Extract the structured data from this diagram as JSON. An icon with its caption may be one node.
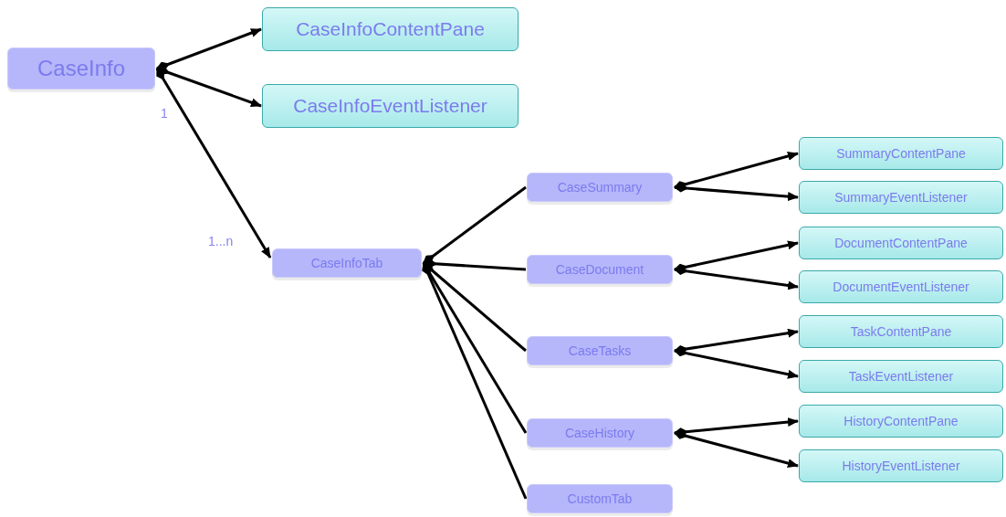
{
  "diagram": {
    "nodes": [
      {
        "text": [
          "CaseInfo"
        ]
      },
      {
        "text": [
          "CaseInfoContentPane"
        ]
      },
      {
        "text": [
          "CaseInfoEventListener"
        ]
      },
      {
        "text": [
          "CaseInfoTab"
        ]
      },
      {
        "text": [
          "CaseSummary"
        ]
      },
      {
        "text": [
          "CaseDocument"
        ]
      },
      {
        "text": [
          "CaseTasks"
        ]
      },
      {
        "text": [
          "CaseHistory"
        ]
      },
      {
        "text": [
          "CustomTab"
        ]
      },
      {
        "text": [
          "SummaryContentPane"
        ]
      },
      {
        "text": [
          "SummaryEventListener"
        ]
      },
      {
        "text": [
          "DocumentContentPane"
        ]
      },
      {
        "text": [
          "DocumentEventListener"
        ]
      },
      {
        "text": [
          "TaskContentPane"
        ]
      },
      {
        "text": [
          "TaskEventListener"
        ]
      },
      {
        "text": [
          "HistoryContentPane"
        ]
      },
      {
        "text": [
          "HistoryEventListener"
        ]
      }
    ],
    "edges": [
      {
        "from": 0,
        "to": 1,
        "arrow": "to"
      },
      {
        "from": 0,
        "to": 2,
        "arrow": "to"
      },
      {
        "from": 0,
        "to": 3,
        "arrow": "to"
      },
      {
        "from": 3,
        "to": 4,
        "arrow": "other"
      },
      {
        "from": 3,
        "to": 5,
        "arrow": "other"
      },
      {
        "from": 3,
        "to": 6,
        "arrow": "other"
      },
      {
        "from": 3,
        "to": 7,
        "arrow": "other"
      },
      {
        "from": 3,
        "to": 8,
        "arrow": "other"
      },
      {
        "from": 4,
        "to": 9,
        "arrow": "to"
      },
      {
        "from": 4,
        "to": 10,
        "arrow": "to"
      },
      {
        "from": 5,
        "to": 11,
        "arrow": "to"
      },
      {
        "from": 5,
        "to": 12,
        "arrow": "to"
      },
      {
        "from": 6,
        "to": 13,
        "arrow": "to"
      },
      {
        "from": 6,
        "to": 14,
        "arrow": "to"
      },
      {
        "from": 7,
        "to": 15,
        "arrow": "to"
      },
      {
        "from": 7,
        "to": 16,
        "arrow": "to"
      }
    ],
    "labels": [
      "1",
      "1...n"
    ]
  }
}
